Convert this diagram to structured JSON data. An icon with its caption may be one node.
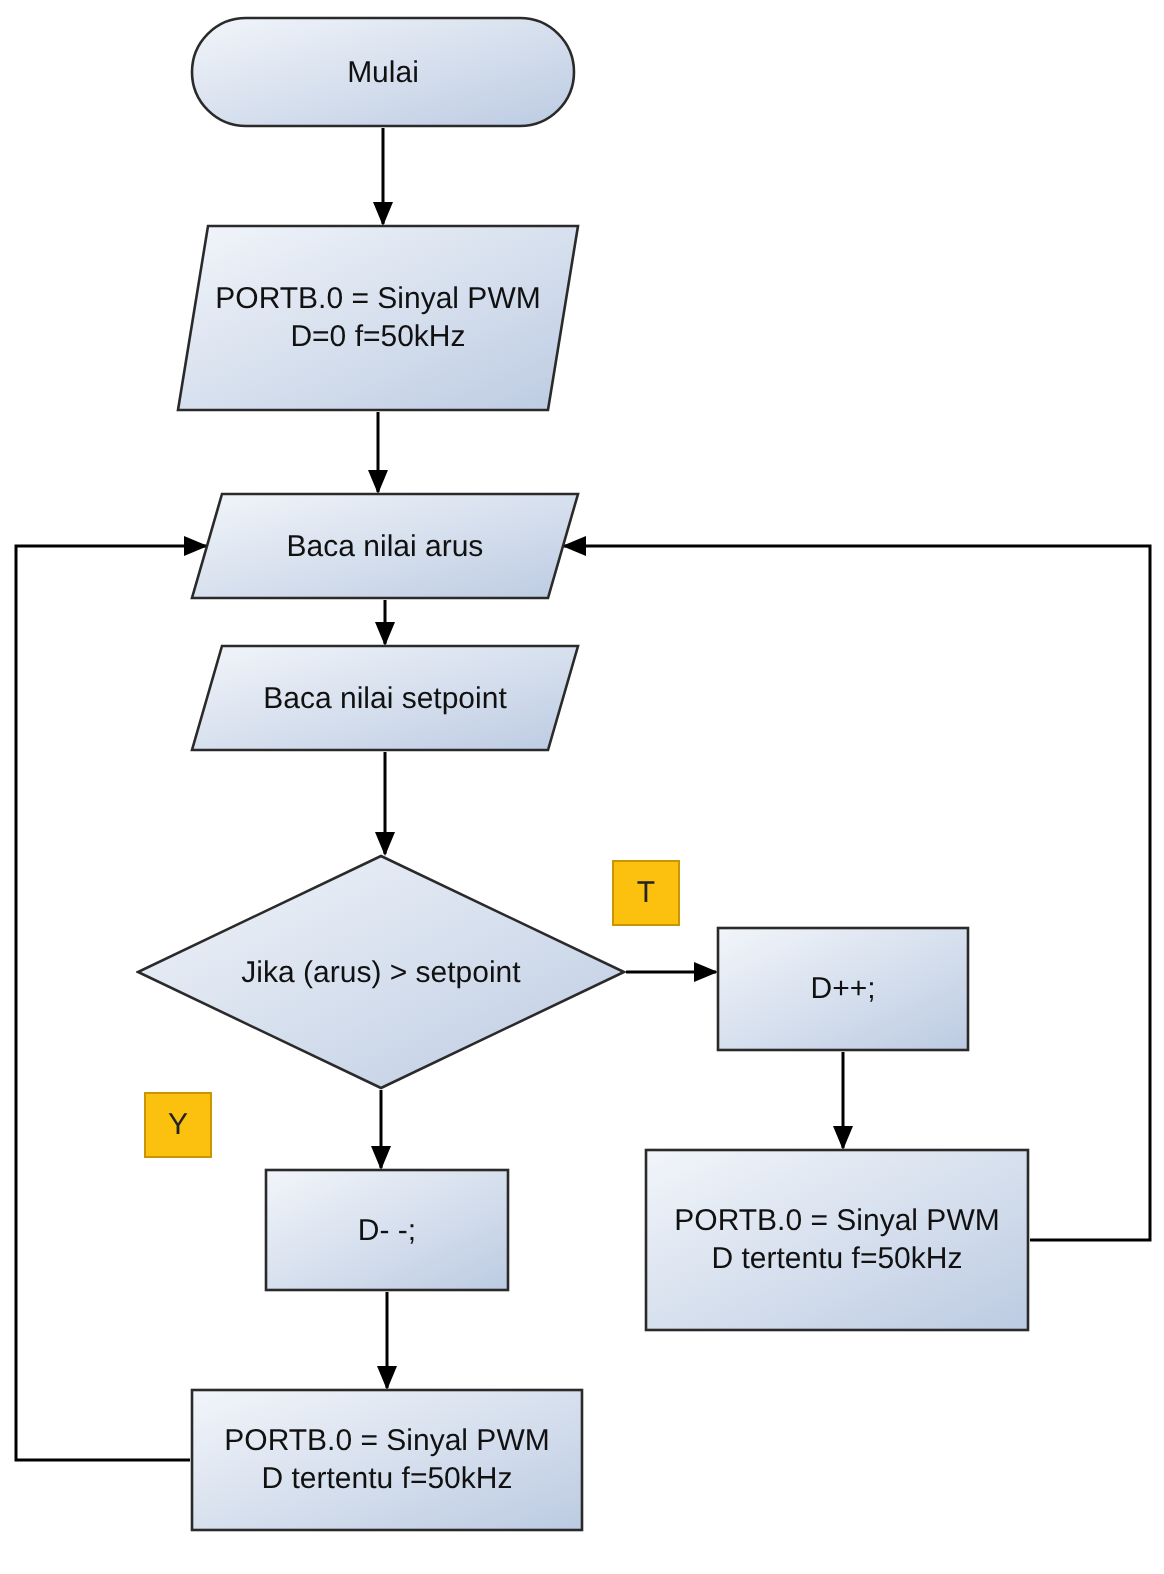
{
  "diagram": {
    "nodes": [
      {
        "text": [
          "Mulai"
        ]
      },
      {
        "text": [
          "PORTB.0 = Sinyal PWM D=0 f=50kHz"
        ]
      },
      {
        "text": [
          "Baca nilai arus"
        ]
      },
      {
        "text": [
          "Baca nilai setpoint"
        ]
      },
      {
        "text": [
          "Jika (arus) > setpoint"
        ]
      },
      {
        "text": [
          "D++;"
        ]
      },
      {
        "text": [
          "PORTB.0 = Sinyal PWM D tertentu f=50kHz"
        ]
      },
      {
        "text": [
          "D- -;"
        ]
      },
      {
        "text": [
          "PORTB.0 = Sinyal PWM D tertentu f=50kHz"
        ]
      }
    ],
    "edges": [
      {
        "from": 0,
        "to": 1,
        "arrow": "to"
      },
      {
        "from": 1,
        "to": 2,
        "arrow": "to"
      },
      {
        "from": 2,
        "to": 3,
        "arrow": "to"
      },
      {
        "from": 3,
        "to": 4,
        "arrow": "to"
      },
      {
        "from": 4,
        "to": 5,
        "arrow": "to"
      },
      {
        "from": 5,
        "to": 6,
        "arrow": "to"
      },
      {
        "from": 4,
        "to": 7,
        "arrow": "to"
      },
      {
        "from": 7,
        "to": 8,
        "arrow": "to"
      },
      {
        "from": 8,
        "to": 2,
        "arrow": "to"
      },
      {
        "from": 6,
        "to": 2,
        "arrow": "to"
      }
    ],
    "labels": [
      "T",
      "Y"
    ]
  }
}
